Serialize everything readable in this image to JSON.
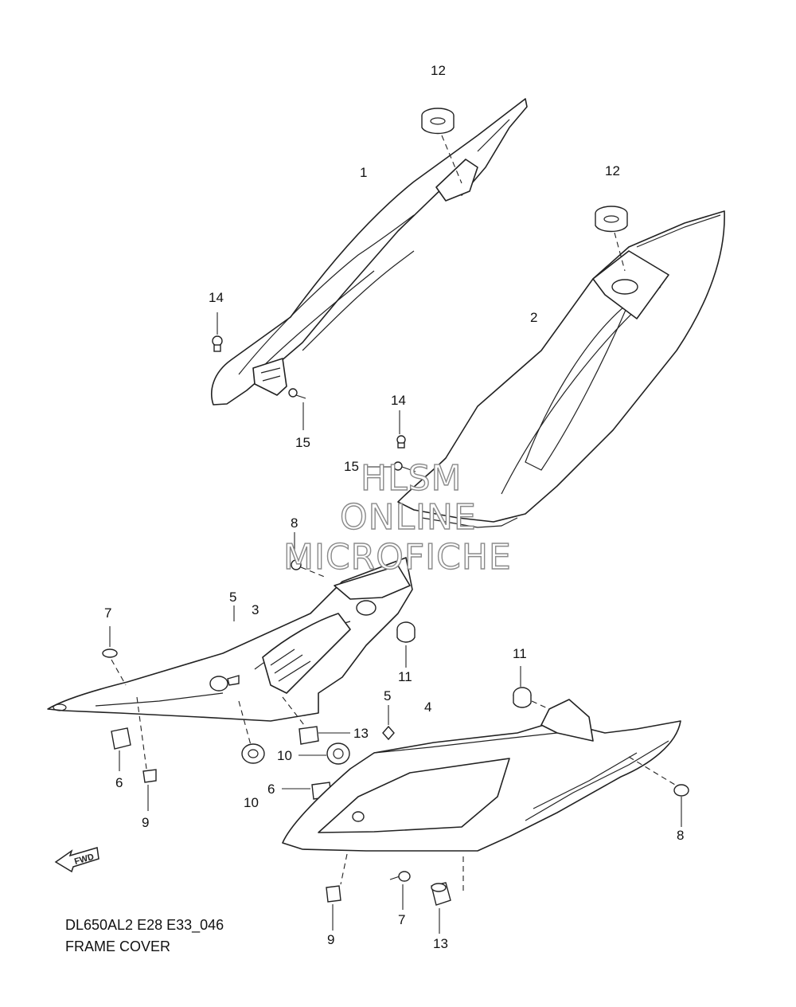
{
  "callouts": [
    {
      "id": "c12a",
      "label": "12"
    },
    {
      "id": "c1",
      "label": "1"
    },
    {
      "id": "c12b",
      "label": "12"
    },
    {
      "id": "c14a",
      "label": "14"
    },
    {
      "id": "c2",
      "label": "2"
    },
    {
      "id": "c15a",
      "label": "15"
    },
    {
      "id": "c14b",
      "label": "14"
    },
    {
      "id": "c15b",
      "label": "15"
    },
    {
      "id": "c8a",
      "label": "8"
    },
    {
      "id": "c5a",
      "label": "5"
    },
    {
      "id": "c3",
      "label": "3"
    },
    {
      "id": "c7a",
      "label": "7"
    },
    {
      "id": "c11a",
      "label": "11"
    },
    {
      "id": "c11b",
      "label": "11"
    },
    {
      "id": "c5b",
      "label": "5"
    },
    {
      "id": "c4",
      "label": "4"
    },
    {
      "id": "c13a",
      "label": "13"
    },
    {
      "id": "c10a",
      "label": "10"
    },
    {
      "id": "c6a",
      "label": "6"
    },
    {
      "id": "c6b",
      "label": "6"
    },
    {
      "id": "c10b",
      "label": "10"
    },
    {
      "id": "c9a",
      "label": "9"
    },
    {
      "id": "c8b",
      "label": "8"
    },
    {
      "id": "c9b",
      "label": "9"
    },
    {
      "id": "c7b",
      "label": "7"
    },
    {
      "id": "c13b",
      "label": "13"
    }
  ],
  "watermark": {
    "line1": "HLSM",
    "line2": "ONLINE",
    "line3": "MICROFICHE"
  },
  "fwd_label": "FWD",
  "caption": {
    "code": "DL650AL2 E28 E33_046",
    "title": "FRAME COVER"
  }
}
